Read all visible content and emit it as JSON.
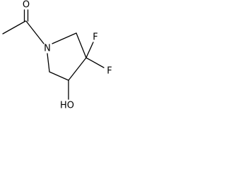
{
  "molecule": {
    "atoms": {
      "carbonyl_oxygen": "O",
      "ring_nitrogen": "N",
      "fluorine_upper": "F",
      "fluorine_right": "F",
      "hydroxyl": "HO"
    }
  }
}
